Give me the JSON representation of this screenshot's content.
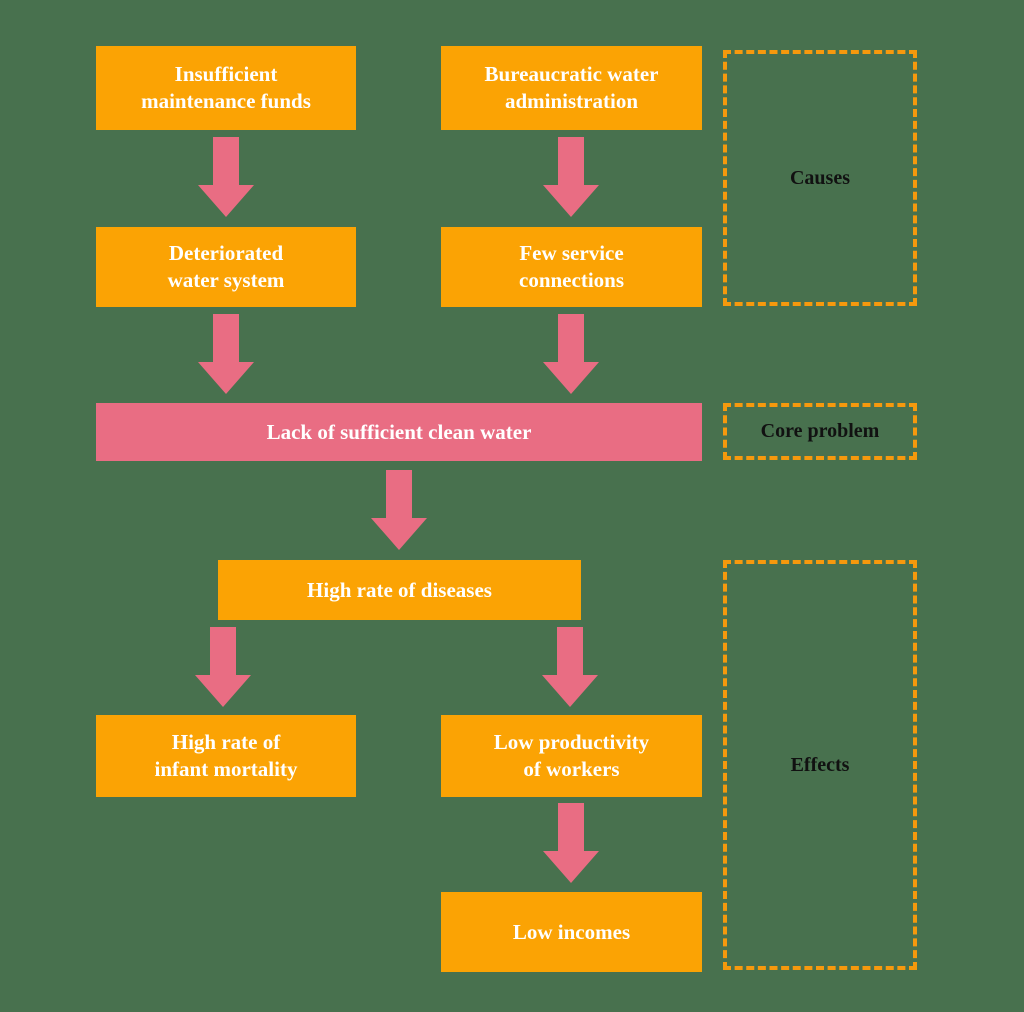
{
  "colors": {
    "background": "#48714E",
    "node_orange": "#FBA304",
    "pink": "#E96D83",
    "dash_orange": "#F5990D",
    "node_text": "#FFFFFF",
    "label_text": "#111111"
  },
  "nodes": {
    "insufficient_funds": {
      "line1": "Insufficient",
      "line2": "maintenance funds"
    },
    "bureaucratic_admin": {
      "line1": "Bureaucratic water",
      "line2": "administration"
    },
    "deteriorated_system": {
      "line1": "Deteriorated",
      "line2": "water system"
    },
    "few_connections": {
      "line1": "Few service",
      "line2": "connections"
    },
    "core_problem": {
      "line1": "Lack of sufficient clean water"
    },
    "high_rate_diseases": {
      "line1": "High rate of diseases"
    },
    "infant_mortality": {
      "line1": "High rate of",
      "line2": "infant mortality"
    },
    "low_productivity": {
      "line1": "Low productivity",
      "line2": "of workers"
    },
    "low_incomes": {
      "line1": "Low incomes"
    }
  },
  "section_labels": {
    "causes": "Causes",
    "core_problem": "Core problem",
    "effects": "Effects"
  }
}
